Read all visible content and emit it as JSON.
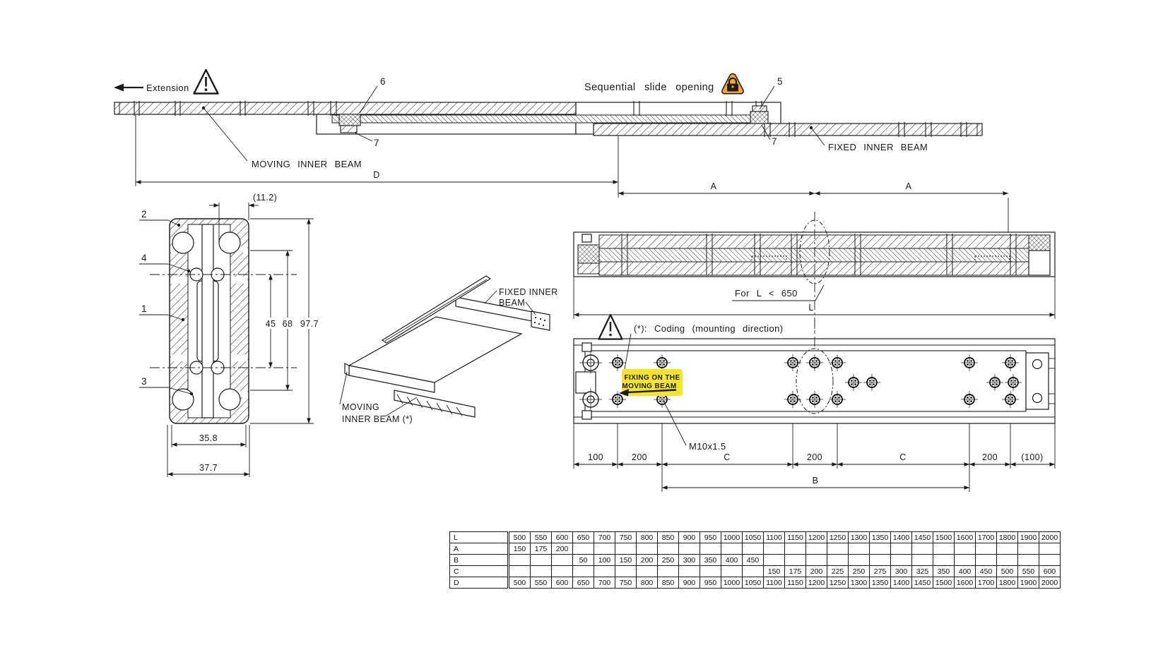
{
  "annotations": {
    "extension": "Extension",
    "sequential": "Sequential slide opening",
    "moving_beam": "MOVING INNER BEAM",
    "fixed_beam": "FIXED INNER BEAM",
    "iso_fixed1": "FIXED INNER",
    "iso_fixed2": "BEAM",
    "iso_moving1": "MOVING",
    "iso_moving2": "INNER BEAM (*)",
    "coding": "(*): Coding (mounting direction)",
    "fixing1": "FIXING ON THE",
    "fixing2": "MOVING BEAM",
    "thread": "M10x1.5",
    "for_l": "For L < 650"
  },
  "parts": {
    "p1": "1",
    "p2": "2",
    "p3": "3",
    "p4": "4",
    "p5": "5",
    "p6": "6",
    "p7_left": "7",
    "p7_right": "7"
  },
  "dims": {
    "d": "D",
    "a_left": "A",
    "a_right": "A",
    "l": "L",
    "b": "B",
    "sec_ref": "(11.2)",
    "sec_45": "45",
    "sec_68": "68",
    "sec_977": "97.7",
    "sec_358": "35.8",
    "sec_377": "37.7",
    "bolt": [
      "100",
      "200",
      "C",
      "200",
      "C",
      "200",
      "(100)"
    ]
  },
  "colors": {
    "highlight": "#F5E427",
    "warning": "#F0A832",
    "line": "#1A1A1A"
  },
  "table": {
    "headers": [
      "L",
      "A",
      "B",
      "C",
      "D"
    ],
    "rows": [
      [
        "500",
        "550",
        "600",
        "650",
        "700",
        "750",
        "800",
        "850",
        "900",
        "950",
        "1000",
        "1050",
        "1100",
        "1150",
        "1200",
        "1250",
        "1300",
        "1350",
        "1400",
        "1450",
        "1500",
        "1600",
        "1700",
        "1800",
        "1900",
        "2000"
      ],
      [
        "150",
        "175",
        "200",
        "",
        "",
        "",
        "",
        "",
        "",
        "",
        "",
        "",
        "",
        "",
        "",
        "",
        "",
        "",
        "",
        "",
        "",
        "",
        "",
        "",
        "",
        ""
      ],
      [
        "",
        "",
        "",
        "50",
        "100",
        "150",
        "200",
        "250",
        "300",
        "350",
        "400",
        "450",
        "",
        "",
        "",
        "",
        "",
        "",
        "",
        "",
        "",
        "",
        "",
        "",
        "",
        ""
      ],
      [
        "",
        "",
        "",
        "",
        "",
        "",
        "",
        "",
        "",
        "",
        "",
        "",
        "150",
        "175",
        "200",
        "225",
        "250",
        "275",
        "300",
        "325",
        "350",
        "400",
        "450",
        "500",
        "550",
        "600"
      ],
      [
        "500",
        "550",
        "600",
        "650",
        "700",
        "750",
        "800",
        "850",
        "900",
        "950",
        "1000",
        "1050",
        "1100",
        "1150",
        "1200",
        "1250",
        "1300",
        "1350",
        "1400",
        "1450",
        "1500",
        "1600",
        "1700",
        "1800",
        "1900",
        "2000"
      ]
    ]
  }
}
